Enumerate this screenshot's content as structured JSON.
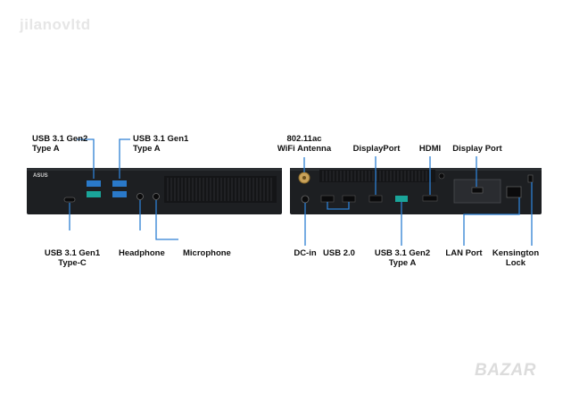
{
  "watermark_top": "jilanovltd",
  "watermark_bottom": "BAZAR",
  "colors": {
    "callout_line": "#2d7fd3",
    "chassis": "#1d1f22",
    "usb_blue": "#2a79c9",
    "usb_teal": "#1aa59a",
    "text": "#111111"
  },
  "front_labels": {
    "usb_gen2_a": "USB 3.1 Gen2\nType A",
    "usb_gen1_a": "USB 3.1 Gen1\nType A",
    "usb_gen1_c": "USB 3.1 Gen1\nType-C",
    "headphone": "Headphone",
    "microphone": "Microphone"
  },
  "rear_labels": {
    "wifi_antenna": "802.11ac\nWiFi Antenna",
    "displayport": "DisplayPort",
    "hdmi": "HDMI",
    "display_port": "Display Port",
    "dc_in": "DC-in",
    "usb_20": "USB 2.0",
    "usb_gen2_a": "USB 3.1 Gen2\nType A",
    "lan_port": "LAN Port",
    "kensington_lock": "Kensington\nLock"
  },
  "logo_text": "ASUS"
}
